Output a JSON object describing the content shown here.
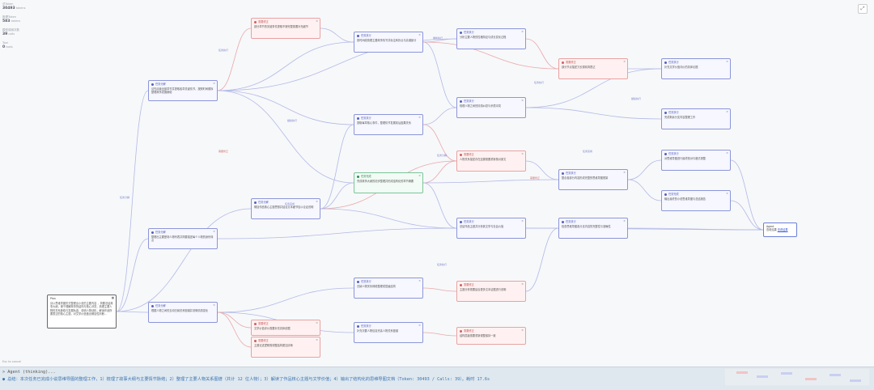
{
  "stats": [
    {
      "label": "总Token",
      "value": "30493",
      "unit": "tokens"
    },
    {
      "label": "推理Token",
      "value": "583",
      "unit": "tokens"
    },
    {
      "label": "模型调用次数",
      "value": "39",
      "unit": "calls"
    },
    {
      "label": "Tool",
      "value": "0",
      "unit": "tools"
    }
  ],
  "root_node": {
    "title": "Plan",
    "text": "请以思维导图形式整理出小说的主要内容 ，简要总结故事大纲，便于理解故事的结构与核心冲突，梳理主要人物的关系脉络与发展轨迹，说明人物动机，解读作品所要表达的核心主题，对文学价值做出概括性判断..."
  },
  "nodes": [
    {
      "id": "n1",
      "style": "blue",
      "title": "任务分解",
      "text": "请先阅读全部章节并提取各章关键情节，按照时间顺序整理故事发展脉络"
    },
    {
      "id": "n2",
      "style": "blue",
      "title": "任务分解",
      "text": "整理出主要登场人物列表并简要描述每个人物的身份特点"
    },
    {
      "id": "n3",
      "style": "blue",
      "title": "任务分解",
      "text": "根据人物之间的互动归纳关系图谱并说明情感变化"
    },
    {
      "id": "n4",
      "style": "blue",
      "title": "任务分解",
      "text": "概括作品核心主题思想并结合文本细节加以论证说明"
    },
    {
      "id": "n5",
      "style": "red",
      "title": "需要修正",
      "text": "部分章节的关键事件提取不够完整需要补充细节"
    },
    {
      "id": "n6",
      "style": "blue",
      "title": "任务执行",
      "text": "按时间线梳理主要故事情节并标注转折点与高潮部分"
    },
    {
      "id": "n7",
      "style": "blue",
      "title": "任务执行",
      "text": "提取每章核心事件，整理情节发展前后因果关系"
    },
    {
      "id": "n8",
      "style": "green",
      "title": "任务完成",
      "text": "完成故事大纲的初步整理并形成结构化的章节摘要"
    },
    {
      "id": "n9",
      "style": "blue",
      "title": "任务执行",
      "text": "分析主要人物的性格特征与成长变化过程"
    },
    {
      "id": "n10",
      "style": "red",
      "title": "需要修正",
      "text": "人物关系描述存在遗漏需要重新核对原文"
    },
    {
      "id": "n11",
      "style": "blue",
      "title": "任务执行",
      "text": "梳理人物之间的情感纠葛与矛盾冲突"
    },
    {
      "id": "n12",
      "style": "blue",
      "title": "任务执行",
      "text": "总结作品主题并分析其文学与社会价值"
    },
    {
      "id": "n13",
      "style": "blue",
      "title": "任务执行",
      "text": "归纳人物关系网络整理成层级结构"
    },
    {
      "id": "n14",
      "style": "red",
      "title": "需要修正",
      "text": "主题分析需要结合更多文本证据进行说明"
    },
    {
      "id": "n15",
      "style": "blue",
      "title": "任务执行",
      "text": "补充次要人物信息完善人物关系图谱"
    },
    {
      "id": "n16",
      "style": "red",
      "title": "需要修正",
      "text": "主题论述逻辑需调整结构更加清晰"
    },
    {
      "id": "n17",
      "style": "blue",
      "title": "任务执行",
      "text": "整合各部分内容形成完整的思维导图框架"
    },
    {
      "id": "n18",
      "style": "blue",
      "title": "任务执行",
      "text": "检查思维导图各分支内容的完整性与准确性"
    },
    {
      "id": "n19",
      "style": "blue",
      "title": "任务执行",
      "text": "对思维导图进行最终校对与格式调整"
    },
    {
      "id": "n20",
      "style": "blue",
      "title": "任务完成",
      "text": "输出最终的小说思维导图与总结报告"
    },
    {
      "id": "n21",
      "style": "red",
      "title": "需要修正",
      "text": "部分节点描述冗长需精简表达"
    },
    {
      "id": "n22",
      "style": "red",
      "title": "需要修正",
      "text": "文学价值评价需要补充具体依据"
    },
    {
      "id": "n23",
      "style": "blue",
      "title": "任务执行",
      "text": "补充文学价值评价的具体论据"
    },
    {
      "id": "n24",
      "style": "red",
      "title": "需要修正",
      "text": "结构层级需要重新调整保持一致"
    },
    {
      "id": "n25",
      "style": "blue",
      "title": "任务执行",
      "text": "完成剩余分支内容整理工作"
    }
  ],
  "end_node": {
    "title": "Agent",
    "text": "查看结果",
    "link": "查看结果"
  },
  "edge_labels": [
    "任务分解",
    "任务执行",
    "需要修正",
    "任务完成",
    "继续执行",
    "重新执行",
    "任务分解",
    "任务执行",
    "需要修正",
    "继续执行",
    "任务完成",
    "任务执行"
  ],
  "command_hint": "Esc to cancel",
  "terminal": {
    "line1": "> Agent (thinking)...",
    "line2": "● 总结：本次任务已完成小说思维导图的整理工作，1）梳理了故事大纲与主要情节脉络；2）整理了主要人物关系图谱（共计 12 位人物）；3）解读了作品核心主题与文学价值；4）输出了结构化的思维导图文档（Token: 30493 / Calls: 39）。耗时 17.6s"
  }
}
